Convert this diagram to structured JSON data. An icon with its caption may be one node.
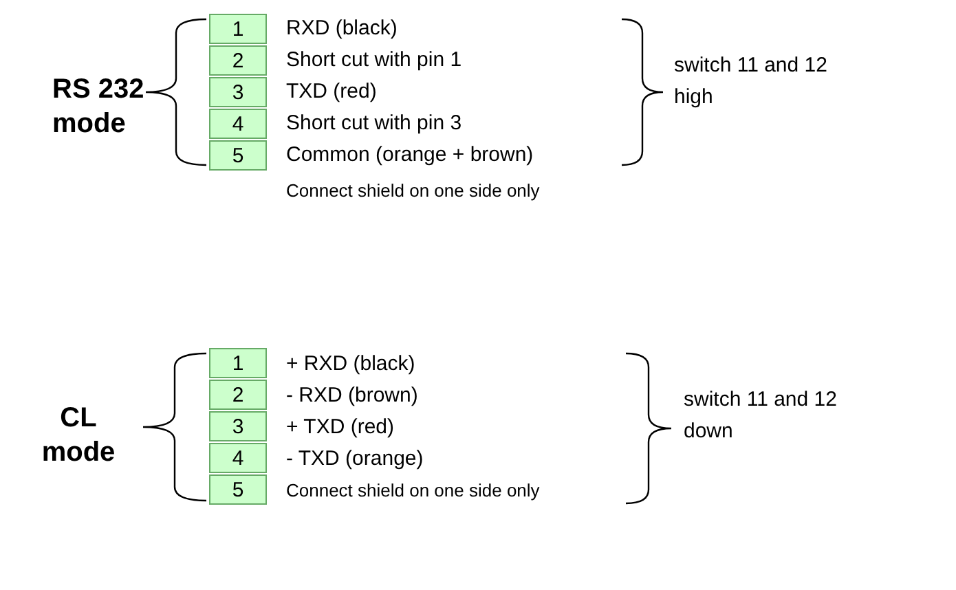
{
  "diagram": {
    "nodes": [
      {
        "text": [
          "1"
        ]
      },
      {
        "text": [
          "2"
        ]
      },
      {
        "text": [
          "3"
        ]
      },
      {
        "text": [
          "4"
        ]
      },
      {
        "text": [
          "5"
        ]
      },
      {
        "text": [
          "1"
        ]
      },
      {
        "text": [
          "2"
        ]
      },
      {
        "text": [
          "3"
        ]
      },
      {
        "text": [
          "4"
        ]
      },
      {
        "text": [
          "5"
        ]
      }
    ],
    "edges": [],
    "labels": [
      "RS 232 mode",
      "RXD (black)",
      "Short cut with pin 1",
      "switch 11 and 12 high",
      "TXD (red)",
      "Short cut with pin 3",
      "Common (orange + brown)",
      "Connect shield on one side only",
      "CL mode",
      "+ RXD (black)",
      "- RXD (brown)",
      "switch 11 and 12 down",
      "+ TXD (red)",
      "- TXD (orange)",
      "Connect shield on one side only"
    ]
  }
}
